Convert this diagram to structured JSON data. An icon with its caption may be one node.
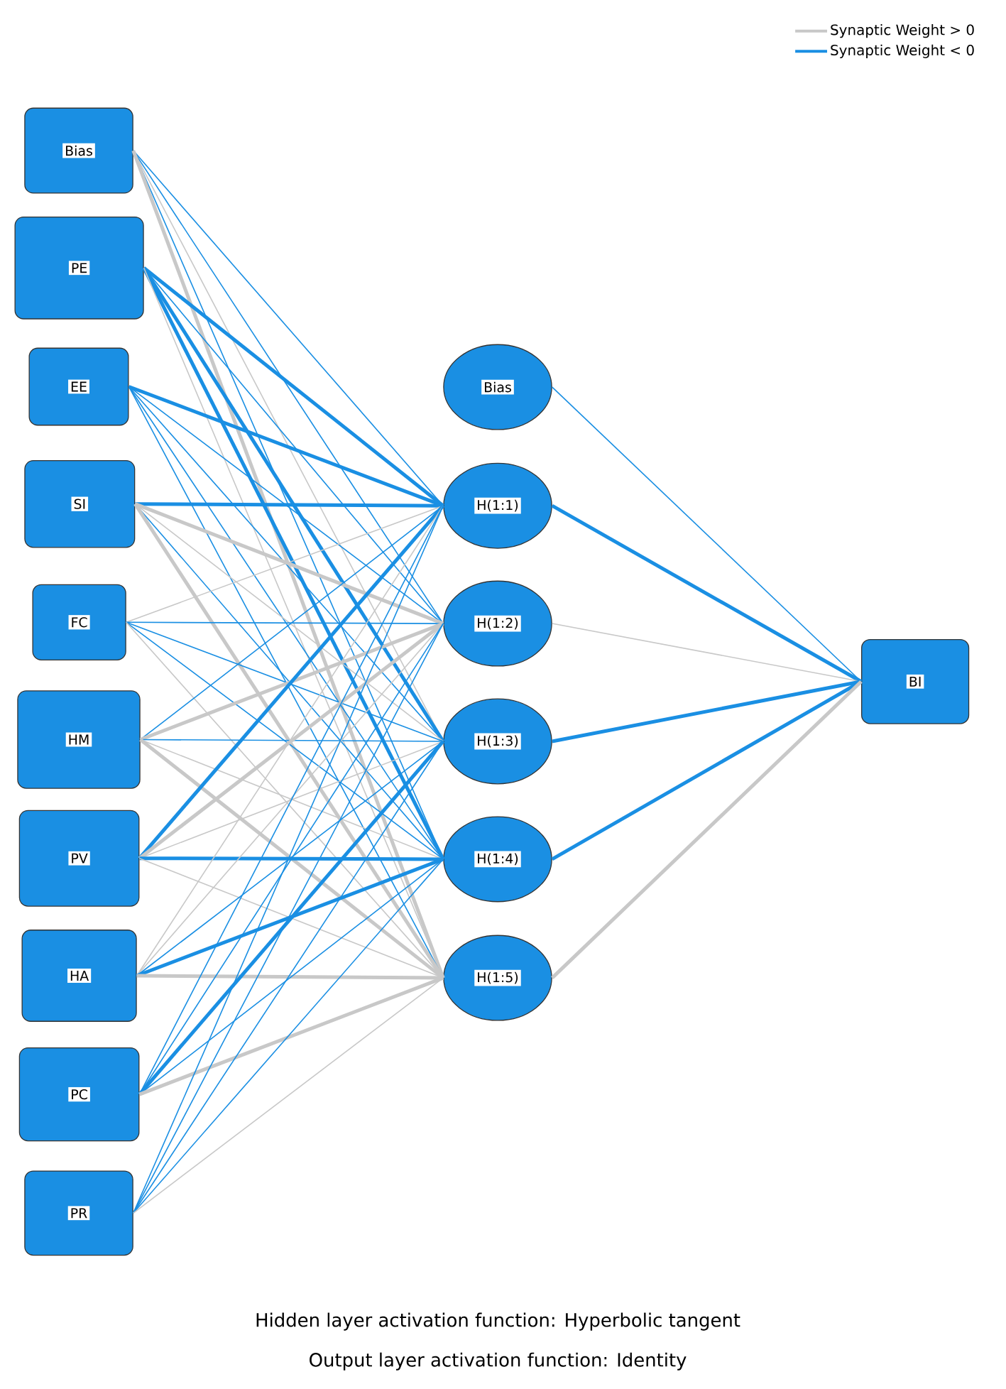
{
  "diagram": {
    "nodes": [
      {
        "text": [
          "Bias"
        ]
      },
      {
        "text": [
          "PE"
        ]
      },
      {
        "text": [
          "EE"
        ]
      },
      {
        "text": [
          "SI"
        ]
      },
      {
        "text": [
          "FC"
        ]
      },
      {
        "text": [
          "HM"
        ]
      },
      {
        "text": [
          "PV"
        ]
      },
      {
        "text": [
          "HA"
        ]
      },
      {
        "text": [
          "PC"
        ]
      },
      {
        "text": [
          "PR"
        ]
      },
      {
        "text": [
          "Bias"
        ]
      },
      {
        "text": [
          "H(1:1)"
        ]
      },
      {
        "text": [
          "H(1:2)"
        ]
      },
      {
        "text": [
          "H(1:3)"
        ]
      },
      {
        "text": [
          "H(1:4)"
        ]
      },
      {
        "text": [
          "H(1:5)"
        ]
      },
      {
        "text": [
          "BI"
        ]
      }
    ],
    "edges": [
      {
        "from": 0,
        "to": 11,
        "arrow": "none"
      },
      {
        "from": 0,
        "to": 12,
        "arrow": "none"
      },
      {
        "from": 0,
        "to": 13,
        "arrow": "none",
        "color": "#c8c8c8"
      },
      {
        "from": 0,
        "to": 14,
        "arrow": "none"
      },
      {
        "from": 0,
        "to": 15,
        "arrow": "none",
        "color": "#c8c8c8",
        "style": "thick"
      },
      {
        "from": 1,
        "to": 11,
        "arrow": "none",
        "style": "thick"
      },
      {
        "from": 1,
        "to": 12,
        "arrow": "none"
      },
      {
        "from": 1,
        "to": 13,
        "arrow": "none",
        "style": "thick"
      },
      {
        "from": 1,
        "to": 14,
        "arrow": "none",
        "style": "thick"
      },
      {
        "from": 1,
        "to": 15,
        "arrow": "none",
        "color": "#c8c8c8"
      },
      {
        "from": 2,
        "to": 11,
        "arrow": "none",
        "style": "thick"
      },
      {
        "from": 2,
        "to": 12,
        "arrow": "none"
      },
      {
        "from": 2,
        "to": 13,
        "arrow": "none"
      },
      {
        "from": 2,
        "to": 14,
        "arrow": "none"
      },
      {
        "from": 2,
        "to": 15,
        "arrow": "none"
      },
      {
        "from": 3,
        "to": 11,
        "arrow": "none",
        "style": "thick"
      },
      {
        "from": 3,
        "to": 12,
        "arrow": "none",
        "color": "#c8c8c8",
        "style": "thick"
      },
      {
        "from": 3,
        "to": 13,
        "arrow": "none",
        "color": "#c8c8c8"
      },
      {
        "from": 3,
        "to": 14,
        "arrow": "none"
      },
      {
        "from": 3,
        "to": 15,
        "arrow": "none",
        "color": "#c8c8c8",
        "style": "thick"
      },
      {
        "from": 4,
        "to": 11,
        "arrow": "none",
        "color": "#c8c8c8"
      },
      {
        "from": 4,
        "to": 12,
        "arrow": "none"
      },
      {
        "from": 4,
        "to": 13,
        "arrow": "none"
      },
      {
        "from": 4,
        "to": 14,
        "arrow": "none"
      },
      {
        "from": 4,
        "to": 15,
        "arrow": "none",
        "color": "#c8c8c8"
      },
      {
        "from": 5,
        "to": 11,
        "arrow": "none"
      },
      {
        "from": 5,
        "to": 12,
        "arrow": "none",
        "color": "#c8c8c8",
        "style": "thick"
      },
      {
        "from": 5,
        "to": 13,
        "arrow": "none"
      },
      {
        "from": 5,
        "to": 14,
        "arrow": "none",
        "color": "#c8c8c8"
      },
      {
        "from": 5,
        "to": 15,
        "arrow": "none",
        "color": "#c8c8c8",
        "style": "thick"
      },
      {
        "from": 6,
        "to": 11,
        "arrow": "none",
        "style": "thick"
      },
      {
        "from": 6,
        "to": 12,
        "arrow": "none",
        "color": "#c8c8c8",
        "style": "thick"
      },
      {
        "from": 6,
        "to": 13,
        "arrow": "none",
        "color": "#c8c8c8"
      },
      {
        "from": 6,
        "to": 14,
        "arrow": "none",
        "style": "thick"
      },
      {
        "from": 6,
        "to": 15,
        "arrow": "none",
        "color": "#c8c8c8"
      },
      {
        "from": 7,
        "to": 11,
        "arrow": "none",
        "color": "#c8c8c8"
      },
      {
        "from": 7,
        "to": 12,
        "arrow": "none",
        "color": "#c8c8c8"
      },
      {
        "from": 7,
        "to": 13,
        "arrow": "none"
      },
      {
        "from": 7,
        "to": 14,
        "arrow": "none",
        "style": "thick"
      },
      {
        "from": 7,
        "to": 15,
        "arrow": "none",
        "color": "#c8c8c8",
        "style": "thick"
      },
      {
        "from": 8,
        "to": 11,
        "arrow": "none"
      },
      {
        "from": 8,
        "to": 12,
        "arrow": "none"
      },
      {
        "from": 8,
        "to": 13,
        "arrow": "none",
        "style": "thick"
      },
      {
        "from": 8,
        "to": 14,
        "arrow": "none"
      },
      {
        "from": 8,
        "to": 15,
        "arrow": "none",
        "color": "#c8c8c8",
        "style": "thick"
      },
      {
        "from": 9,
        "to": 11,
        "arrow": "none"
      },
      {
        "from": 9,
        "to": 12,
        "arrow": "none"
      },
      {
        "from": 9,
        "to": 13,
        "arrow": "none"
      },
      {
        "from": 9,
        "to": 14,
        "arrow": "none"
      },
      {
        "from": 9,
        "to": 15,
        "arrow": "none",
        "color": "#c8c8c8"
      },
      {
        "from": 10,
        "to": 16,
        "arrow": "none"
      },
      {
        "from": 11,
        "to": 16,
        "arrow": "none",
        "style": "thick"
      },
      {
        "from": 12,
        "to": 16,
        "arrow": "none",
        "color": "#c8c8c8"
      },
      {
        "from": 13,
        "to": 16,
        "arrow": "none",
        "style": "thick"
      },
      {
        "from": 14,
        "to": 16,
        "arrow": "none",
        "style": "thick"
      },
      {
        "from": 15,
        "to": 16,
        "arrow": "none",
        "color": "#c8c8c8",
        "style": "thick"
      }
    ],
    "labels": [
      "Hidden layer activation function: Hyperbolic tangent",
      "Output layer activation function: Identity"
    ],
    "legend": [
      {
        "text": "Synaptic Weight > 0"
      },
      {
        "text": "Synaptic Weight < 0"
      }
    ]
  }
}
